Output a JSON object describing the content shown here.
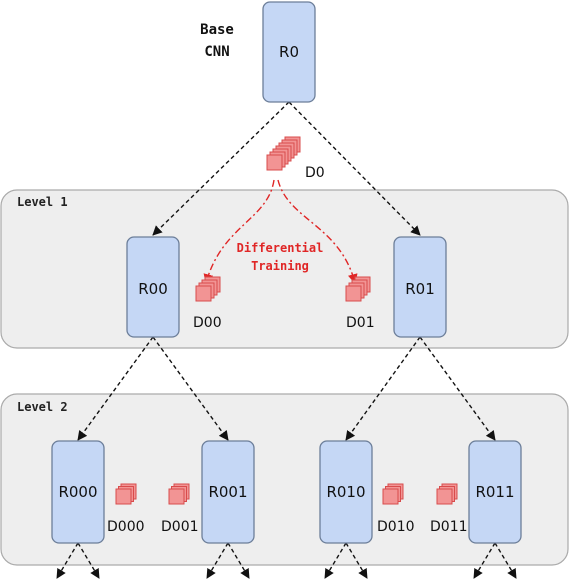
{
  "base_label": [
    "Base",
    "CNN"
  ],
  "levels": {
    "level1": "Level 1",
    "level2": "Level 2"
  },
  "nodes": {
    "r0": "R0",
    "r00": "R00",
    "r01": "R01",
    "r000": "R000",
    "r001": "R001",
    "r010": "R010",
    "r011": "R011"
  },
  "datasets": {
    "d0": "D0",
    "d00": "D00",
    "d01": "D01",
    "d000": "D000",
    "d001": "D001",
    "d010": "D010",
    "d011": "D011"
  },
  "differential_training": [
    "Differential",
    "Training"
  ],
  "colors": {
    "node_fill": "#c5d7f5",
    "data_fill": "#f29494",
    "accent_red": "#e02626",
    "panel_fill": "#eeeeee"
  }
}
